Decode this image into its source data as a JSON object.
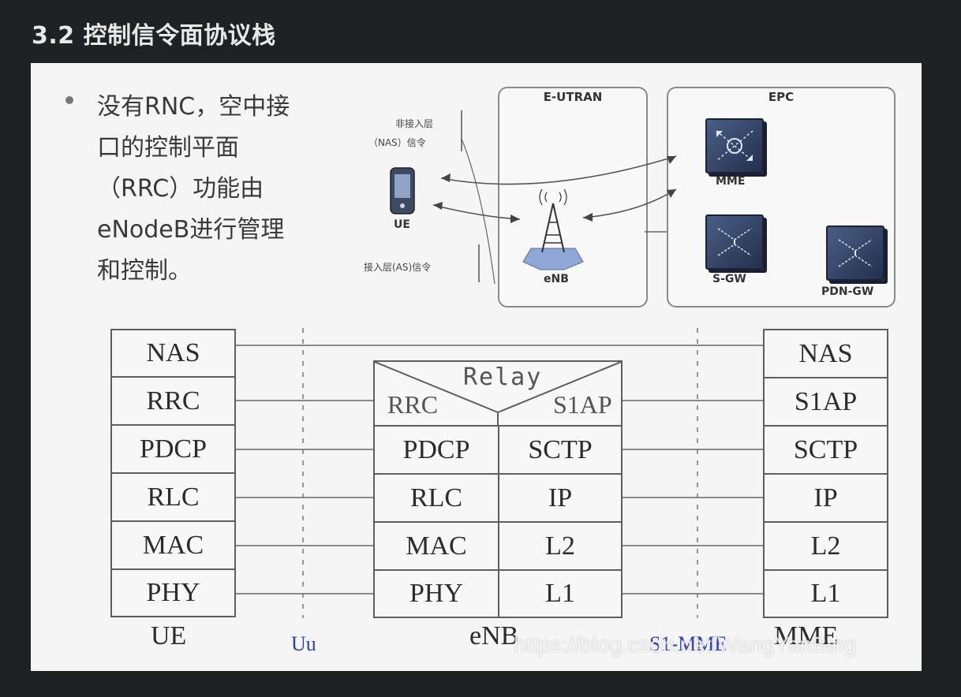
{
  "heading": "3.2 控制信令面协议栈",
  "bullet": {
    "lines": [
      "没有RNC，空中接",
      "口的控制平面",
      "（RRC）功能由",
      "eNodeB进行管理",
      "和控制。"
    ]
  },
  "figure": {
    "eutran_title": "E-UTRAN",
    "epc_title": "EPC",
    "nas_signal_label_1": "非接入层",
    "nas_signal_label_2": "（NAS）信令",
    "as_signal_label": "接入层(AS)信令",
    "ue_label": "UE",
    "enb_label": "eNB",
    "mme_label": "MME",
    "sgw_label": "S-GW",
    "pdngw_label": "PDN-GW"
  },
  "stacks": {
    "ue": [
      "NAS",
      "RRC",
      "PDCP",
      "RLC",
      "MAC",
      "PHY"
    ],
    "enb_relay": "Relay",
    "enb_left_top": "RRC",
    "enb_right_top": "S1AP",
    "enb_left": [
      "PDCP",
      "RLC",
      "MAC",
      "PHY"
    ],
    "enb_right": [
      "SCTP",
      "IP",
      "L2",
      "L1"
    ],
    "mme": [
      "NAS",
      "S1AP",
      "SCTP",
      "IP",
      "L2",
      "L1"
    ]
  },
  "captions": {
    "ue": "UE",
    "uu": "Uu",
    "enb": "eNB",
    "s1mme": "S1-MME",
    "mme": "MME"
  },
  "watermark": "https://blog.csdn.net/WangYanBing"
}
